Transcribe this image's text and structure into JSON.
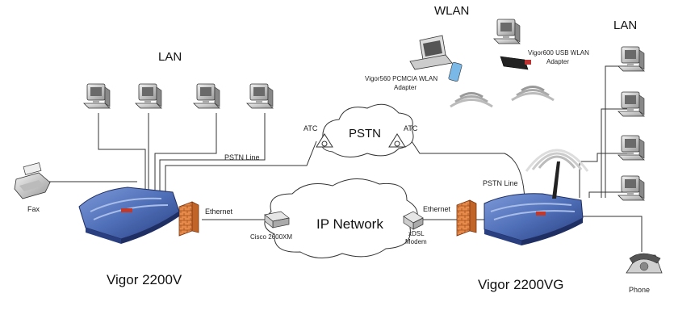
{
  "labels": {
    "lan_left": "LAN",
    "lan_right": "LAN",
    "wlan": "WLAN",
    "vigor560": "Vigor560 PCMCIA WLAN",
    "vigor560_2": "Adapter",
    "vigor600": "Vigor600 USB WLAN",
    "vigor600_2": "Adapter",
    "pstn": "PSTN",
    "atc_left": "ATC",
    "atc_right": "ATC",
    "pstn_line_left": "PSTN Line",
    "pstn_line_right": "PSTN Line",
    "ip_network": "IP Network",
    "ethernet_left": "Ethernet",
    "ethernet_right": "Ethernet",
    "cisco": "Cisco 2600XM",
    "xdsl": "xDSL",
    "modem": "Modem",
    "fax": "Fax",
    "phone": "Phone",
    "router_left": "Vigor 2200V",
    "router_right": "Vigor 2200VG"
  },
  "colors": {
    "router_blue": "#4f6fb8",
    "router_dark": "#2a3f80",
    "firewall": "#e07a3a",
    "computer": "#d8d8d8"
  }
}
